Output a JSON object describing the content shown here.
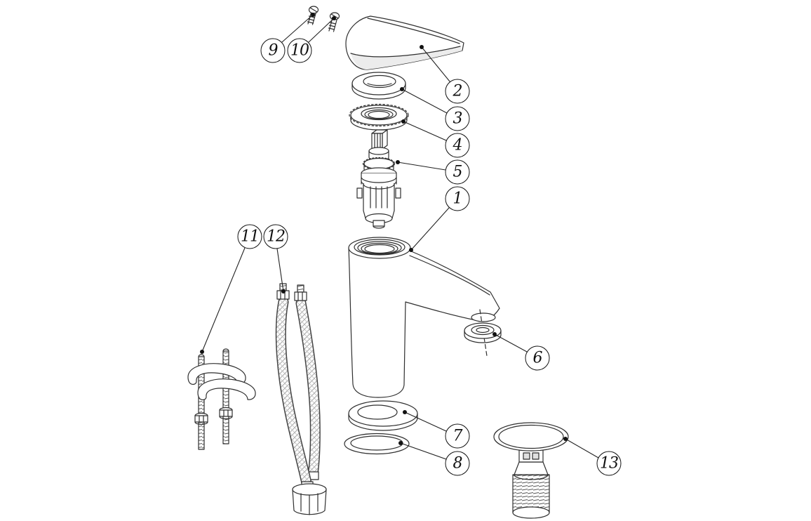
{
  "diagram": {
    "type": "exploded-parts-diagram",
    "subject": "basin mixer tap with fittings",
    "line_color": "#333333",
    "background": "#ffffff",
    "callouts": [
      {
        "label": "1"
      },
      {
        "label": "2"
      },
      {
        "label": "3"
      },
      {
        "label": "4"
      },
      {
        "label": "5"
      },
      {
        "label": "6"
      },
      {
        "label": "7"
      },
      {
        "label": "8"
      },
      {
        "label": "9"
      },
      {
        "label": "10"
      },
      {
        "label": "11"
      },
      {
        "label": "12"
      },
      {
        "label": "13"
      }
    ]
  }
}
